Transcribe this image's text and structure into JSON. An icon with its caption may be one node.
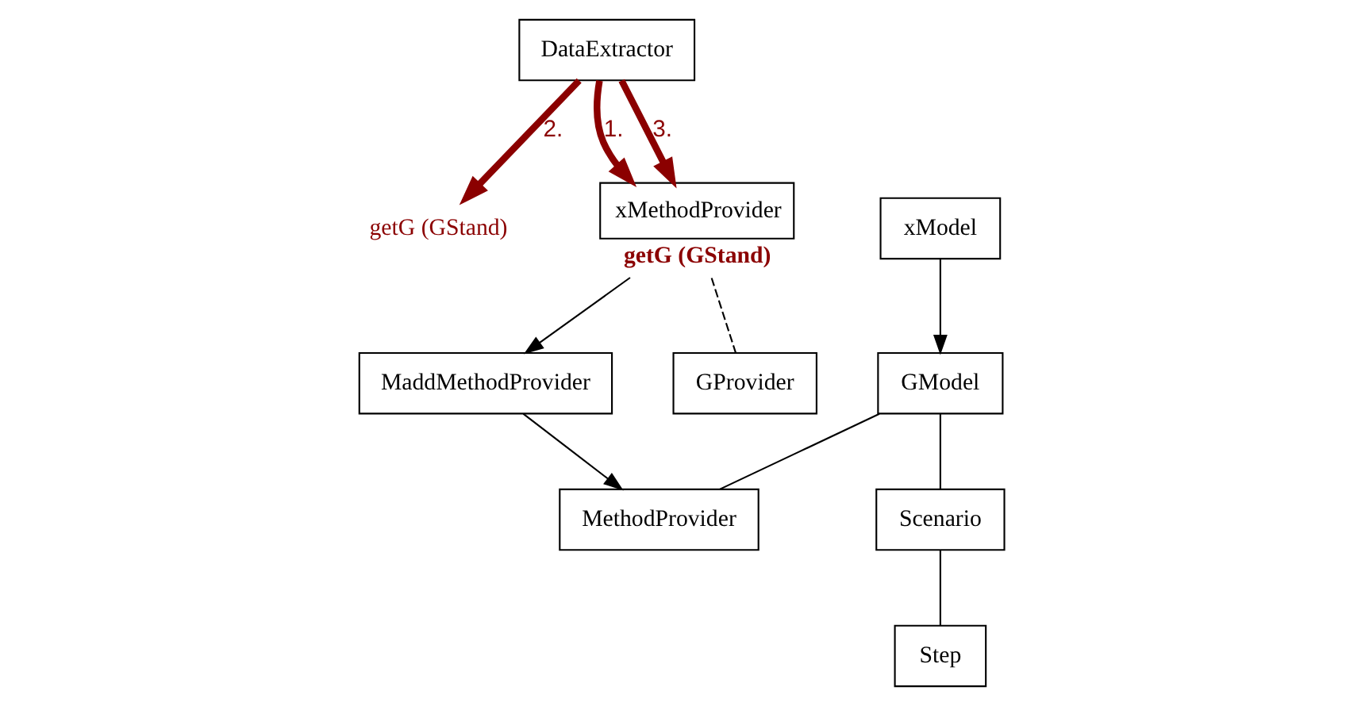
{
  "diagram": {
    "nodes": [
      {
        "text": [
          "GModel"
        ]
      },
      {
        "text": [
          "MethodProvider"
        ]
      },
      {
        "text": [
          "MaddMethodProvider"
        ]
      },
      {
        "text": [
          "GProvider"
        ]
      },
      {
        "text": [
          "getG (GStand)"
        ]
      },
      {
        "text": [
          "Scenario"
        ]
      },
      {
        "text": [
          "Step"
        ]
      },
      {
        "text": [
          "DataExtractor"
        ]
      },
      {
        "text": [
          "xModel"
        ]
      },
      {
        "text": [
          "xMethodProvider"
        ],
        "beside": [
          "getG (GStand)"
        ]
      }
    ],
    "edges": [
      {
        "from": 0,
        "to": 5,
        "arrow": "none"
      },
      {
        "from": 0,
        "to": 1,
        "arrow": "none"
      },
      {
        "from": 2,
        "to": 1,
        "arrow": "to"
      },
      {
        "from": 9,
        "to": 2,
        "arrow": "to"
      },
      {
        "from": 9,
        "to": 3,
        "arrow": "none",
        "style": "dashed"
      },
      {
        "from": 8,
        "to": 0,
        "arrow": "to"
      },
      {
        "from": 5,
        "to": 6,
        "arrow": "none"
      },
      {
        "from": 7,
        "to": 9,
        "arrow": "to",
        "label": "1.",
        "style": "thick",
        "color": "#8b0000"
      },
      {
        "from": 7,
        "to": 4,
        "arrow": "to",
        "label": "2.",
        "style": "thick",
        "color": "#8b0000"
      },
      {
        "from": 7,
        "to": 9,
        "arrow": "to",
        "label": "3.",
        "style": "thick",
        "color": "#8b0000"
      }
    ]
  }
}
